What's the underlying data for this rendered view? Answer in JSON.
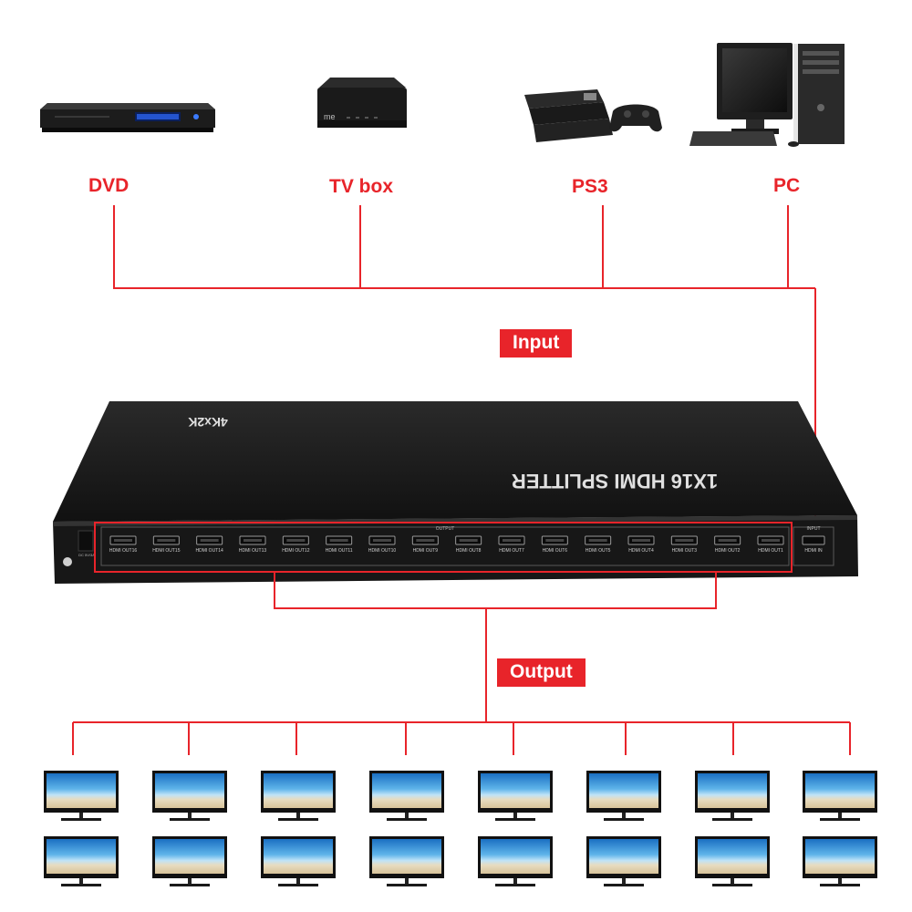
{
  "sources": [
    {
      "id": "dvd",
      "label": "DVD",
      "icon": "dvd-player-icon"
    },
    {
      "id": "tvbox",
      "label": "TV box",
      "icon": "tv-box-icon"
    },
    {
      "id": "ps3",
      "label": "PS3",
      "icon": "game-console-icon"
    },
    {
      "id": "pc",
      "label": "PC",
      "icon": "desktop-computer-icon"
    }
  ],
  "input_label": "Input",
  "output_label": "Output",
  "device": {
    "top_text_1": "1X16 HDMI SPLITTER",
    "top_text_2": "4Kx2K",
    "output_header": "OUTPUT",
    "input_header": "INPUT",
    "input_port_label": "HDMI IN",
    "power_label": "DC 5V/3A",
    "output_ports": [
      "HDMI OUT16",
      "HDMI OUT15",
      "HDMI OUT14",
      "HDMI OUT13",
      "HDMI OUT12",
      "HDMI OUT11",
      "HDMI OUT10",
      "HDMI OUT9",
      "HDMI OUT8",
      "HDMI OUT7",
      "HDMI OUT6",
      "HDMI OUT5",
      "HDMI OUT4",
      "HDMI OUT3",
      "HDMI OUT2",
      "HDMI OUT1"
    ]
  },
  "displays": {
    "count": 16,
    "rows": 2,
    "icon": "monitor-icon"
  },
  "colors": {
    "accent": "#e8242a",
    "device_body": "#1b1b1b",
    "screen_sky": "#2f8fd8"
  }
}
